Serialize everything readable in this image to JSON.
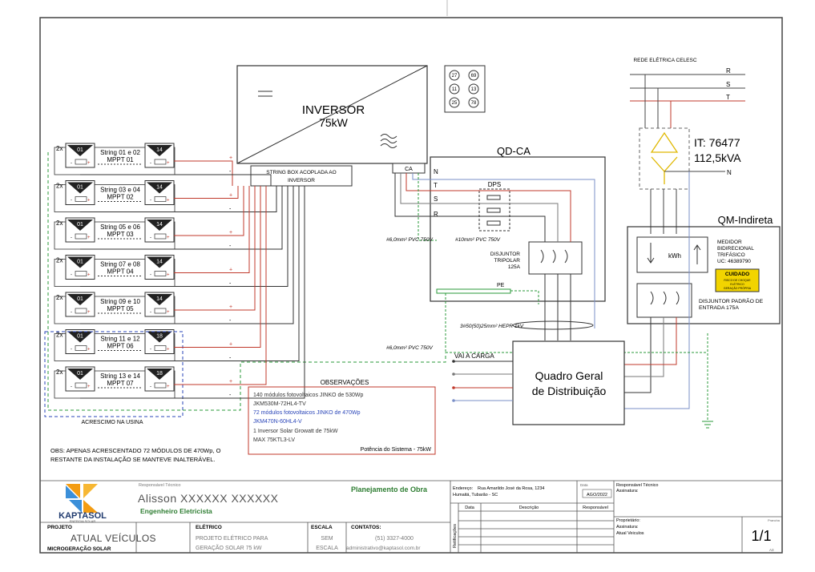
{
  "diagram": {
    "inverter_title": "INVERSOR",
    "inverter_power": "75kW",
    "string_box_line1": "STRING BOX ACOPLADA AO",
    "string_box_line2": "INVERSOR",
    "ca_label": "CA",
    "string_groups": [
      {
        "mult": "2x",
        "left": "01",
        "right": "14",
        "name": "String 01 e 02",
        "mppt": "MPPT 01"
      },
      {
        "mult": "2x",
        "left": "01",
        "right": "14",
        "name": "String 03 e 04",
        "mppt": "MPPT 02"
      },
      {
        "mult": "2x",
        "left": "01",
        "right": "14",
        "name": "String 05 e 06",
        "mppt": "MPPT 03"
      },
      {
        "mult": "2x",
        "left": "01",
        "right": "14",
        "name": "String 07 e 08",
        "mppt": "MPPT 04"
      },
      {
        "mult": "2x",
        "left": "01",
        "right": "14",
        "name": "String 09 e 10",
        "mppt": "MPPT 05"
      },
      {
        "mult": "2x",
        "left": "01",
        "right": "18",
        "name": "String 11 e 12",
        "mppt": "MPPT 06"
      },
      {
        "mult": "2x",
        "left": "01",
        "right": "18",
        "name": "String 13 e 14",
        "mppt": "MPPT 07"
      }
    ],
    "addition_label": "ACRESCIMO NA USINA",
    "cert_icons": [
      "27",
      "69",
      "11",
      "13",
      "25",
      "78"
    ],
    "qdca_title": "QD-CA",
    "qdca_phases": [
      "N",
      "T",
      "S",
      "R"
    ],
    "dps_label": "DPS",
    "breaker_label": [
      "DISJUNTOR",
      "TRIPOLAR",
      "125A"
    ],
    "cable_1": "#6,0mm² PVC 750V",
    "cable_2": "#10mm² PVC 750V",
    "cable_3": "#6,0mm² PVC 750V",
    "cable_4": "3#50(50)25mm² HEPR 1kV",
    "pe_label": "PE",
    "grid_label": "REDE ELÉTRICA CELESC",
    "grid_phases": [
      "R",
      "S",
      "T"
    ],
    "transformer_it": "IT: 76477",
    "transformer_power": "112,5kVA",
    "transformer_n": "N",
    "qm_title": "QM-Indireta",
    "meter_label": "kWh",
    "meter_desc": [
      "MEDIDOR",
      "BIDIRECIONAL",
      "TRIFÁSICO",
      "UC: 46389790"
    ],
    "caution": "CUIDADO",
    "caution_sub": [
      "RISCO DE CHOQUE",
      "ELÉTRICO",
      "GERAÇÃO PRÓPRIA"
    ],
    "main_breaker": [
      "DISJUNTOR PADRÃO DE",
      "ENTRADA 175A"
    ],
    "load_label": "VAI A CARGA",
    "qgd_line1": "Quadro Geral",
    "qgd_line2": "de Distribuição",
    "obs_title": "OBSERVAÇÕES",
    "obs_lines": [
      {
        "text": "140 módulos fotovoltaicos JINKO de 530Wp",
        "color": "#333"
      },
      {
        "text": "JKM530M-72HL4-TV",
        "color": "#333"
      },
      {
        "text": "72 módulos fotovoltaicos JINKO de 470Wp",
        "color": "#2a45b8"
      },
      {
        "text": "JKM470N-60HL4-V",
        "color": "#2a45b8"
      },
      {
        "text": "1 Inversor Solar Growatt  de 75kW",
        "color": "#333"
      },
      {
        "text": "MAX 75KTL3-LV",
        "color": "#333"
      }
    ],
    "obs_power": "Potência do Sistema - 75kW",
    "note_line1": "OBS: APENAS ACRESCENTADO 72 MÓDULOS DE 470Wp, O",
    "note_line2": "RESTANTE DA INSTALAÇÃO SE MANTEVE INALTERÁVEL."
  },
  "title_block": {
    "logo_name": "KAPTASOL",
    "logo_tagline": "ENERGIA SOLAR",
    "resp_caption": "Responsável Técnico",
    "resp_name": "Alisson XXXXXX XXXXXX",
    "resp_title": "Engenheiro Eletricista",
    "planning": "Planejamento de Obra",
    "address_caption": "Endereço:",
    "address_line1": "Rua Amarildo José da Rosa, 1234",
    "address_line2": "Humaitá, Tubarão - SC",
    "date_caption": "Data",
    "date_value": "AGO/2022",
    "tech_caption": "Responsável Técnico",
    "sign_caption": "Assinatura:",
    "rev_headers": [
      "Data",
      "Descrição",
      "Responsável"
    ],
    "rev_side": "Retificações",
    "project_caption": "PROJETO",
    "project_name": "ATUAL VEÍCULOS",
    "project_type": "MICROGERAÇÃO SOLAR",
    "electrical_caption": "ELÉTRICO",
    "electrical_line1": "PROJETO ELÉTRICO PARA",
    "electrical_line2": "GERAÇÃO SOLAR 75 kW",
    "scale_caption": "ESCALA",
    "scale_value": "SEM",
    "scale_value2": "ESCALA",
    "contacts_caption": "CONTATOS:",
    "contact_phone": "(51) 3327-4000",
    "contact_email": "administrativo@kaptasol.com.br",
    "owner_caption": "Proprietário:",
    "owner_sign": "Assinatura:",
    "owner_name": "Atual Veiculos",
    "sheet_caption": "Prancha",
    "sheet_value": "1/1",
    "sheet_format": "A3"
  }
}
